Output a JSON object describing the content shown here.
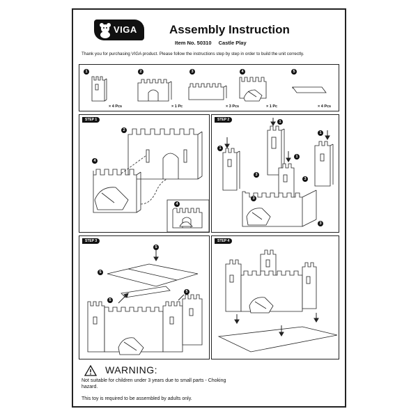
{
  "header": {
    "brand": "VIGA",
    "title": "Assembly Instruction",
    "item_label": "Item No. 50310",
    "item_name": "Castle Play"
  },
  "intro": "Thank you for purchasing VIGA product. Please follow the instructions step by step in order to build the unit correctly.",
  "parts": [
    {
      "num": "1",
      "qty": "× 4 Pcs"
    },
    {
      "num": "2",
      "qty": "× 1 Pc"
    },
    {
      "num": "3",
      "qty": "× 3 Pcs"
    },
    {
      "num": "4",
      "qty": "× 1 Pc"
    },
    {
      "num": "5",
      "qty": "× 4 Pcs"
    }
  ],
  "steps": [
    {
      "label": "STEP 1"
    },
    {
      "label": "STEP 2"
    },
    {
      "label": "STEP 3"
    },
    {
      "label": "STEP 4"
    }
  ],
  "callouts": {
    "one": "1",
    "two": "2",
    "three": "3",
    "four": "4",
    "five": "5"
  },
  "warning": {
    "heading": "WARNING:",
    "text": "Not suitable for children under 3 years due to small parts - Choking hazard.",
    "adult": "This toy is required to be assembled by adults only."
  }
}
